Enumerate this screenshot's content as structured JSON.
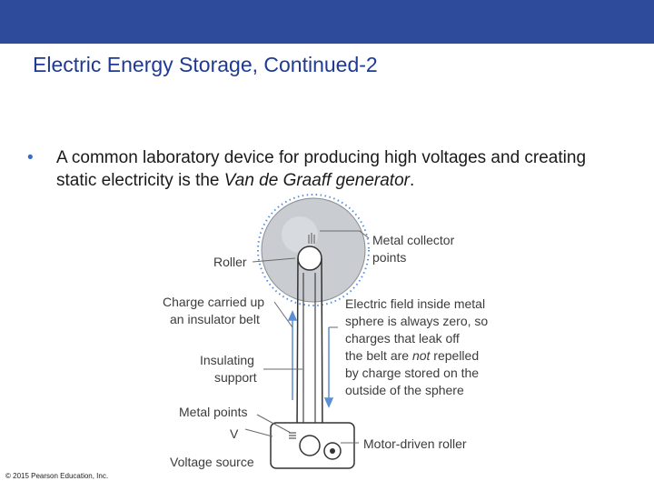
{
  "slide": {
    "title": "Electric Energy Storage, Continued-2",
    "bullet_symbol": "•",
    "bullet_text_part1": "A common laboratory device for producing high voltages and creating static electricity is the ",
    "bullet_text_italic": "Van de Graaff generator",
    "bullet_text_part2": ".",
    "copyright": "© 2015 Pearson Education, Inc."
  },
  "figure": {
    "labels": {
      "metal_collector_1": "Metal collector",
      "metal_collector_2": "points",
      "roller": "Roller",
      "charge_carried_1": "Charge carried up",
      "charge_carried_2": "an insulator belt",
      "electric_field_1": "Electric field inside metal",
      "electric_field_2": "sphere is always zero, so",
      "electric_field_3": "charges that leak off",
      "electric_field_4a": "the belt are ",
      "electric_field_4b": "not",
      "electric_field_4c": " repelled",
      "electric_field_5": "by charge stored on the",
      "electric_field_6": "outside of the sphere",
      "insulating_1": "Insulating",
      "insulating_2": "support",
      "metal_points": "Metal points",
      "voltage_symbol": "V",
      "motor_roller": "Motor-driven roller",
      "voltage_source": "Voltage source"
    },
    "colors": {
      "sphere": "#c9ccd1",
      "charge_dots": "#5b8fd6",
      "leader": "#6a6a6a"
    }
  },
  "theme": {
    "bar_color": "#2e4a9a",
    "title_color": "#1f3a93"
  }
}
